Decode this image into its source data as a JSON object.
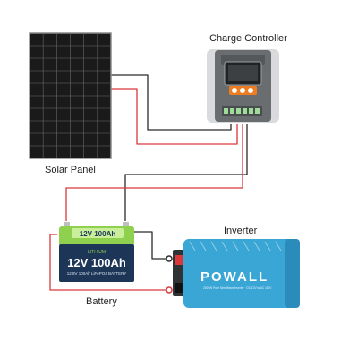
{
  "labels": {
    "solar_panel": "Solar Panel",
    "charge_controller": "Charge Controller",
    "inverter": "Inverter",
    "battery": "Battery"
  },
  "battery": {
    "top_text": "12V 100Ah",
    "front_brand": "LITHIUM",
    "front_main": "12V 100Ah",
    "front_sub": "12.8V 100Ah LiFePO4 BATTERY"
  },
  "inverter": {
    "brand": "POWALL",
    "subtext": "2000W Pure Sine Wave Inverter · DC 12V to AC 110V"
  },
  "colors": {
    "wire_red": "#d9383b",
    "wire_black": "#2b2b2b",
    "battery_green": "#8fd14f",
    "battery_navy": "#1d3557",
    "inverter_blue": "#3aa6d6",
    "controller_gray": "#6a6d70",
    "controller_accent": "#f07c22",
    "panel_cell": "#151515"
  }
}
